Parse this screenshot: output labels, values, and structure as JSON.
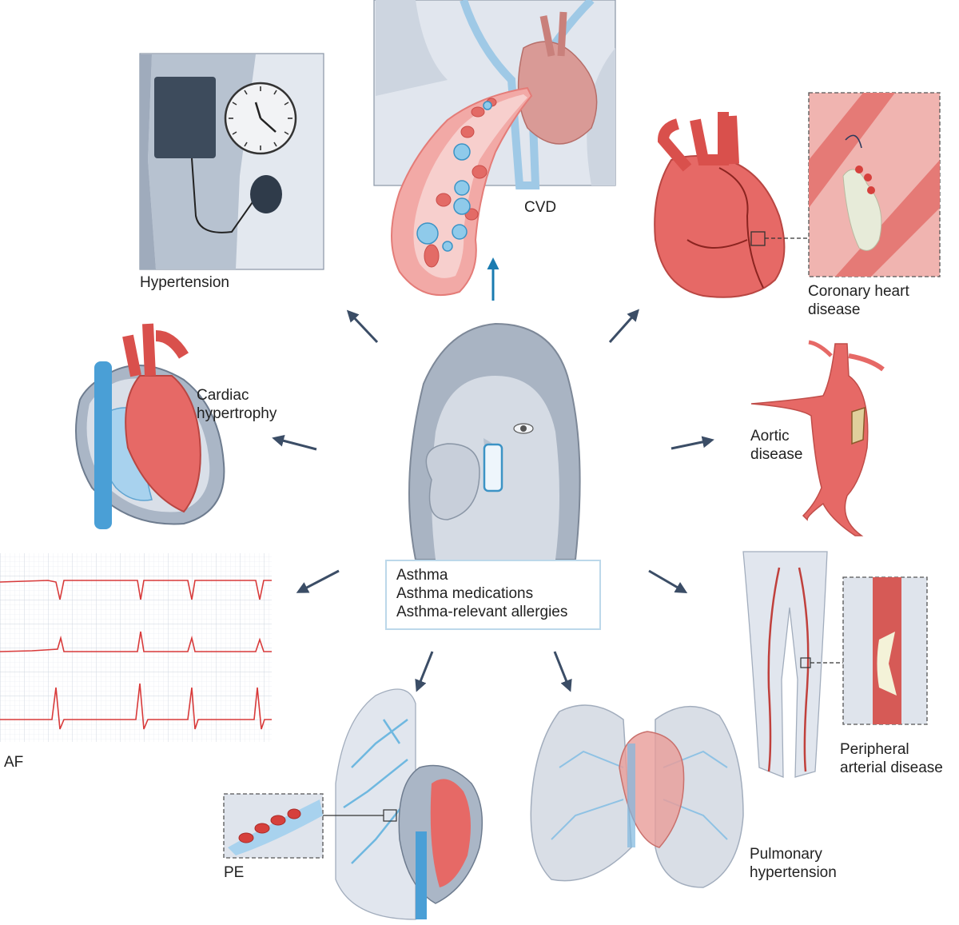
{
  "center": {
    "lines": [
      "Asthma",
      "Asthma medications",
      "Asthma-relevant allergies"
    ]
  },
  "labels": {
    "cvd": "CVD",
    "hypertension": "Hypertension",
    "coronary": [
      "Coronary heart",
      "disease"
    ],
    "cardiac": [
      "Cardiac",
      "hypertrophy"
    ],
    "aortic": [
      "Aortic",
      "disease"
    ],
    "af": "AF",
    "peripheral": [
      "Peripheral",
      "arterial disease"
    ],
    "pe": "PE",
    "pulmonary": [
      "Pulmonary",
      "hypertension"
    ]
  },
  "colors": {
    "arrow": "#3b4d66",
    "arrow_up": "#1a7bb0",
    "blood_red": "#e0524f",
    "vessel_blue": "#6fb8e0",
    "skin_gray": "#b7c2d0",
    "ecg_line": "#d83a3a",
    "ecg_grid": "#d7dde7",
    "cuff": "#3d4b5c"
  }
}
